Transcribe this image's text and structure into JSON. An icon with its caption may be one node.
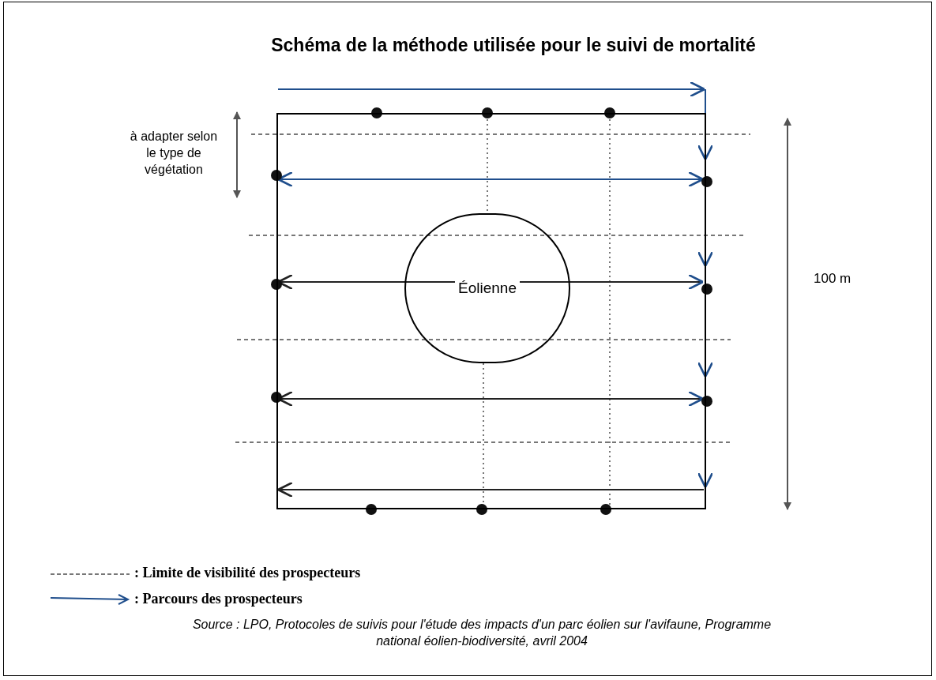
{
  "diagram": {
    "title": "Schéma de la méthode utilisée pour le suivi de mortalité",
    "nodes": [
      {
        "text": [],
        "shape": "box"
      },
      {
        "text": [
          "Éolienne"
        ],
        "in": 0
      }
    ],
    "edges": [],
    "labels": [
      "à adapter selon le type de végétation",
      "100 m"
    ],
    "legend": [
      {
        "text": ": Limite de visibilité des prospecteurs"
      },
      {
        "text": ": Parcours des prospecteurs"
      }
    ],
    "caption": "Source : LPO, Protocoles de suivis pour l'étude des impacts d'un parc éolien sur l'avifaune, Programme national éolien-biodiversité, avril 2004"
  }
}
